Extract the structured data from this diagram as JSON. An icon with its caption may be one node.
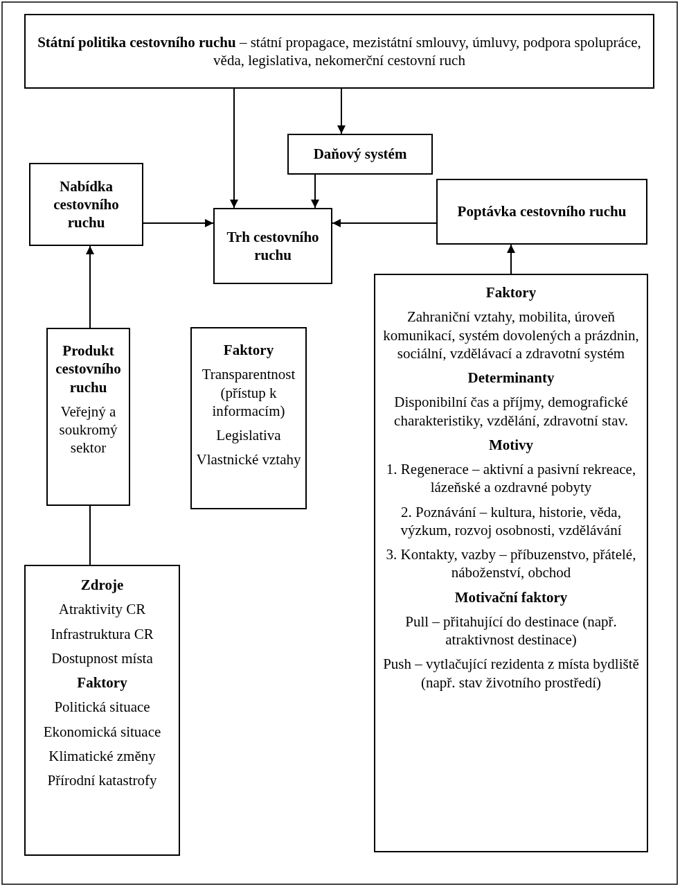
{
  "diagram": {
    "nodes": [
      {
        "text": [
          "**Státní politika cestovního ruchu** – státní propagace, mezistátní smlouvy, úmluvy, podpora spolupráce, věda, legislativa, nekomerční cestovní ruch"
        ]
      },
      {
        "text": [
          "Daňový systém"
        ]
      },
      {
        "text": [
          "Nabídka cestovního ruchu"
        ]
      },
      {
        "text": [
          "Trh cestovního ruchu"
        ]
      },
      {
        "text": [
          "Poptávka cestovního ruchu"
        ]
      },
      {
        "text": [
          "Produkt cestovního ruchu",
          "Veřejný a soukromý sektor"
        ]
      },
      {
        "text": [
          "Faktory",
          "Transparentnost (přístup k informacím)",
          "Legislativa",
          "Vlastnické vztahy"
        ]
      },
      {
        "text": [
          "Faktory",
          "Zahraniční vztahy, mobilita, úroveň komunikací, systém dovolených a prázdnin, sociální, vzdělávací a zdravotní systém",
          "Determinanty",
          "Disponibilní čas a příjmy, demografické charakteristiky, vzdělání, zdravotní stav.",
          "Motivy",
          "1. Regenerace – aktivní a pasivní rekreace, lázeňské a ozdravné pobyty",
          "2. Poznávání – kultura, historie, věda, výzkum, rozvoj osobnosti, vzdělávání",
          "3. Kontakty, vazby – příbuzenstvo, přátelé, náboženství, obchod",
          "Motivační faktory",
          "Pull – přitahující do destinace (např. atraktivnost destinace)",
          "Push – vytlačující rezidenta z místa bydliště (např. stav životního prostředí)"
        ]
      },
      {
        "text": [
          "Zdroje",
          "Atraktivity CR",
          "Infrastruktura CR",
          "Dostupnost místa",
          "Faktory",
          "Politická situace",
          "Ekonomická situace",
          "Klimatické změny",
          "Přírodní katastrofy"
        ]
      }
    ],
    "edges": [
      {
        "from": 0,
        "to": 3,
        "arrow": "to"
      },
      {
        "from": 0,
        "to": 1,
        "arrow": "to"
      },
      {
        "from": 1,
        "to": 3,
        "arrow": "to"
      },
      {
        "from": 2,
        "to": 3,
        "arrow": "to"
      },
      {
        "from": 4,
        "to": 3,
        "arrow": "to"
      },
      {
        "from": 5,
        "to": 2,
        "arrow": "to"
      },
      {
        "from": 8,
        "to": 5,
        "arrow": "none"
      },
      {
        "from": 7,
        "to": 4,
        "arrow": "to"
      }
    ]
  }
}
